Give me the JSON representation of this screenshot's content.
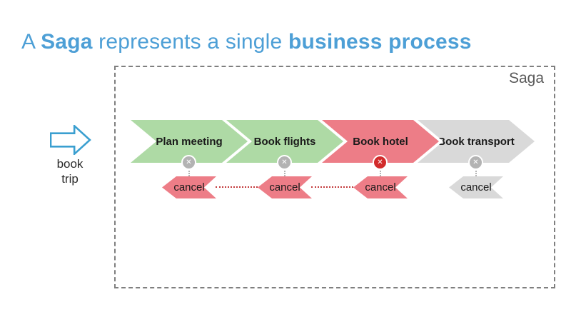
{
  "title": {
    "part1": "A ",
    "bold1": "Saga",
    "part2": " represents a single ",
    "bold2": "business process"
  },
  "trigger": {
    "line1": "book",
    "line2": "trip"
  },
  "saga": {
    "label": "Saga"
  },
  "steps": [
    {
      "label": "Plan meeting",
      "color": "#aedaa5",
      "badge_color": "#b3b3b3",
      "cancel": {
        "label": "cancel",
        "color": "#ed7d87"
      }
    },
    {
      "label": "Book flights",
      "color": "#aedaa5",
      "badge_color": "#b3b3b3",
      "cancel": {
        "label": "cancel",
        "color": "#ed7d87"
      }
    },
    {
      "label": "Book hotel",
      "color": "#ed7d87",
      "badge_color": "#d22b2b",
      "cancel": {
        "label": "cancel",
        "color": "#ed7d87"
      }
    },
    {
      "label": "Book transport",
      "color": "#d9d9d9",
      "badge_color": "#b3b3b3",
      "cancel": {
        "label": "cancel",
        "color": "#d9d9d9"
      }
    }
  ],
  "icons": {
    "x": "✕"
  },
  "colors": {
    "title": "#4d9fd6",
    "trigger_arrow": "#3a9fd0",
    "box_border": "#7f7f7f",
    "connector": "#b5b5b5",
    "compensation_link": "#c3393b"
  }
}
